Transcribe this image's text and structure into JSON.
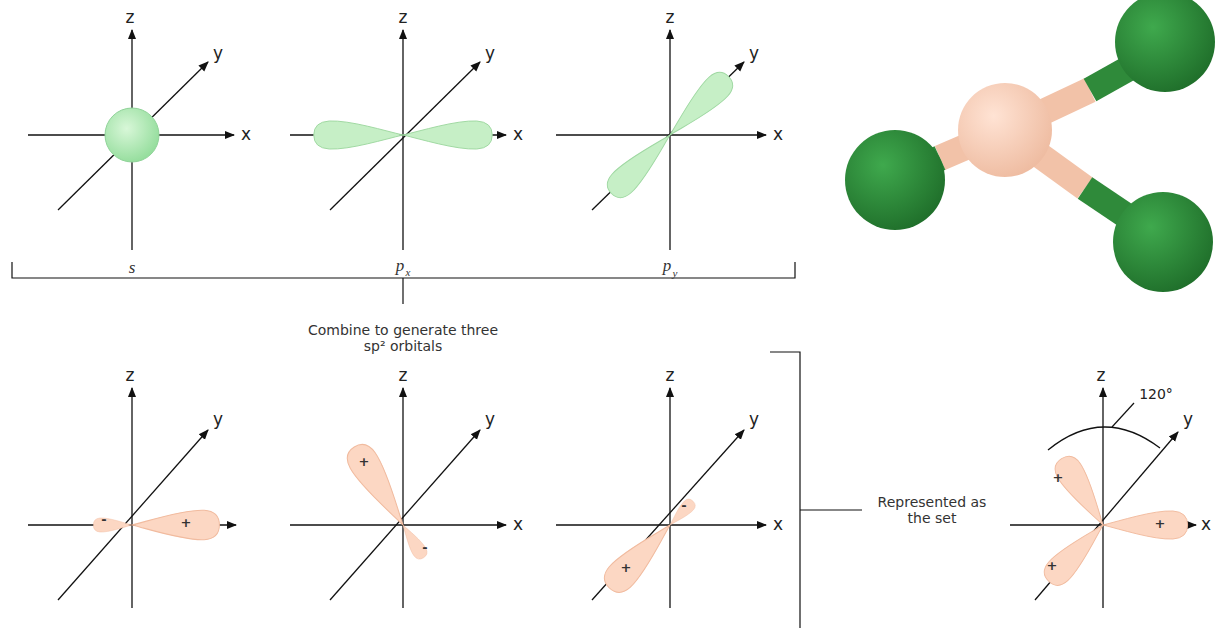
{
  "diagram": {
    "labels": [
      "z",
      "y",
      "x",
      "s",
      "z",
      "y",
      "x",
      "p",
      "x",
      "z",
      "y",
      "x",
      "p",
      "y",
      "Combine to generate three sp² orbitals",
      "z",
      "y",
      "-",
      "+",
      "z",
      "y",
      "x",
      "+",
      "-",
      "z",
      "y",
      "x",
      "-",
      "+",
      "Represented as the set",
      "z",
      "120°",
      "y",
      "+",
      "+",
      "+",
      "x"
    ]
  }
}
